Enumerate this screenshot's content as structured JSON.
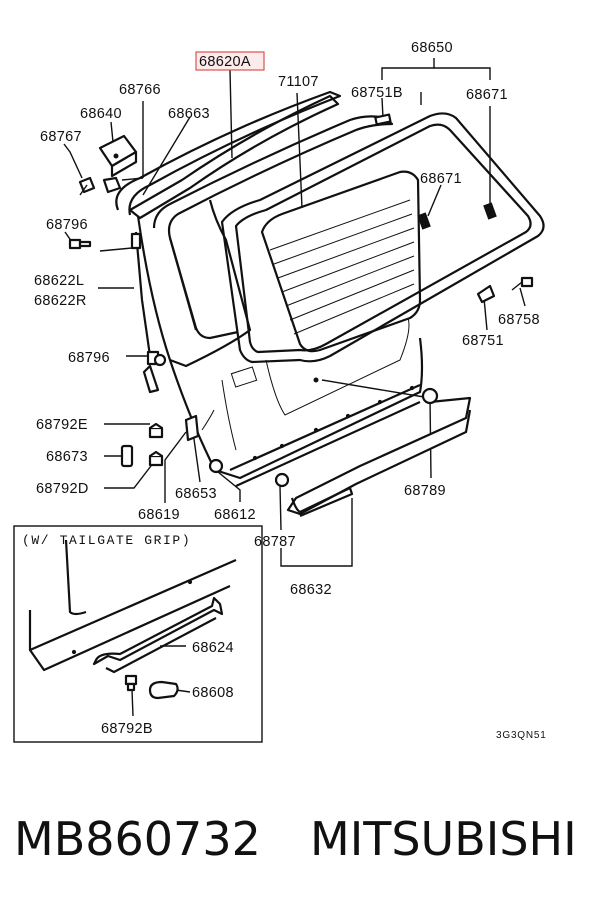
{
  "labels": {
    "p68620A": "68620A",
    "p68650": "68650",
    "p71107": "71107",
    "p68751B": "68751B",
    "p68671a": "68671",
    "p68766": "68766",
    "p68663": "68663",
    "p68640": "68640",
    "p68767": "68767",
    "p68671b": "68671",
    "p68796a": "68796",
    "p68622L": "68622L",
    "p68622R": "68622R",
    "p68758": "68758",
    "p68751": "68751",
    "p68796b": "68796",
    "p68792E": "68792E",
    "p68673": "68673",
    "p68792D": "68792D",
    "p68789": "68789",
    "p68653": "68653",
    "p68619": "68619",
    "p68612": "68612",
    "p68787": "68787",
    "p68632": "68632",
    "p68624": "68624",
    "p68608": "68608",
    "p68792B": "68792B"
  },
  "inset_title": "(W/ TAILGATE GRIP)",
  "diagram_code": "3G3QN51",
  "footer": {
    "part_number": "MB860732",
    "brand": "MITSUBISHI"
  },
  "colors": {
    "highlight_box": "#d9534f",
    "line": "#111111"
  }
}
